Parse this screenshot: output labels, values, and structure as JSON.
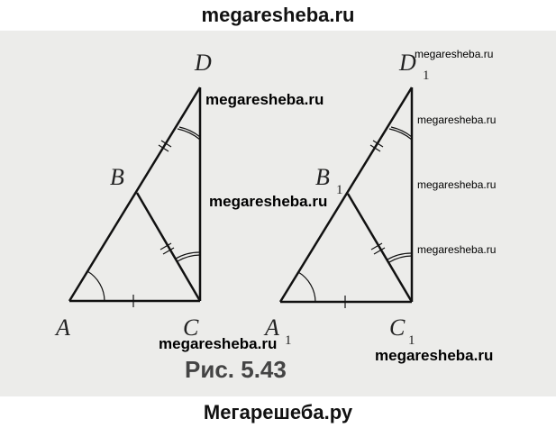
{
  "header": {
    "site": "megaresheba.ru"
  },
  "footer": {
    "site": "Мегарешеба.ру"
  },
  "figure": {
    "caption": "Рис. 5.43",
    "left_triangle": {
      "labels": {
        "A": "A",
        "B": "B",
        "C": "C",
        "D": "D"
      }
    },
    "right_triangle": {
      "labels": {
        "A": "A",
        "B": "B",
        "C": "C",
        "D": "D",
        "subscript": "1"
      }
    }
  },
  "watermarks": [
    "megaresheba.ru",
    "megaresheba.ru",
    "megaresheba.ru",
    "megaresheba.ru",
    "megaresheba.ru",
    "megaresheba.ru",
    "megaresheba.ru",
    "megaresheba.ru"
  ]
}
